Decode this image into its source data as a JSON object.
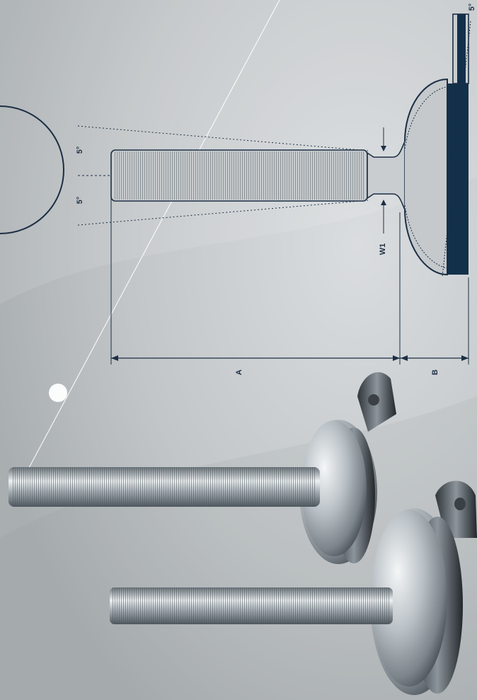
{
  "drawing": {
    "angle_top": "5°",
    "angle_bottom": "5°",
    "angle_plate": "5°",
    "dim_w1": "W1",
    "dim_a": "A",
    "dim_b": "B"
  },
  "colors": {
    "background": "#bfc3c5",
    "line": "#1c2f44",
    "plate": "#13304a",
    "metal_light": "#e8ecef",
    "metal_dark": "#5d666d"
  },
  "icons": [
    "leveling-foot-photo",
    "thread-icon",
    "swivel-base-icon",
    "mounting-tab-icon"
  ]
}
